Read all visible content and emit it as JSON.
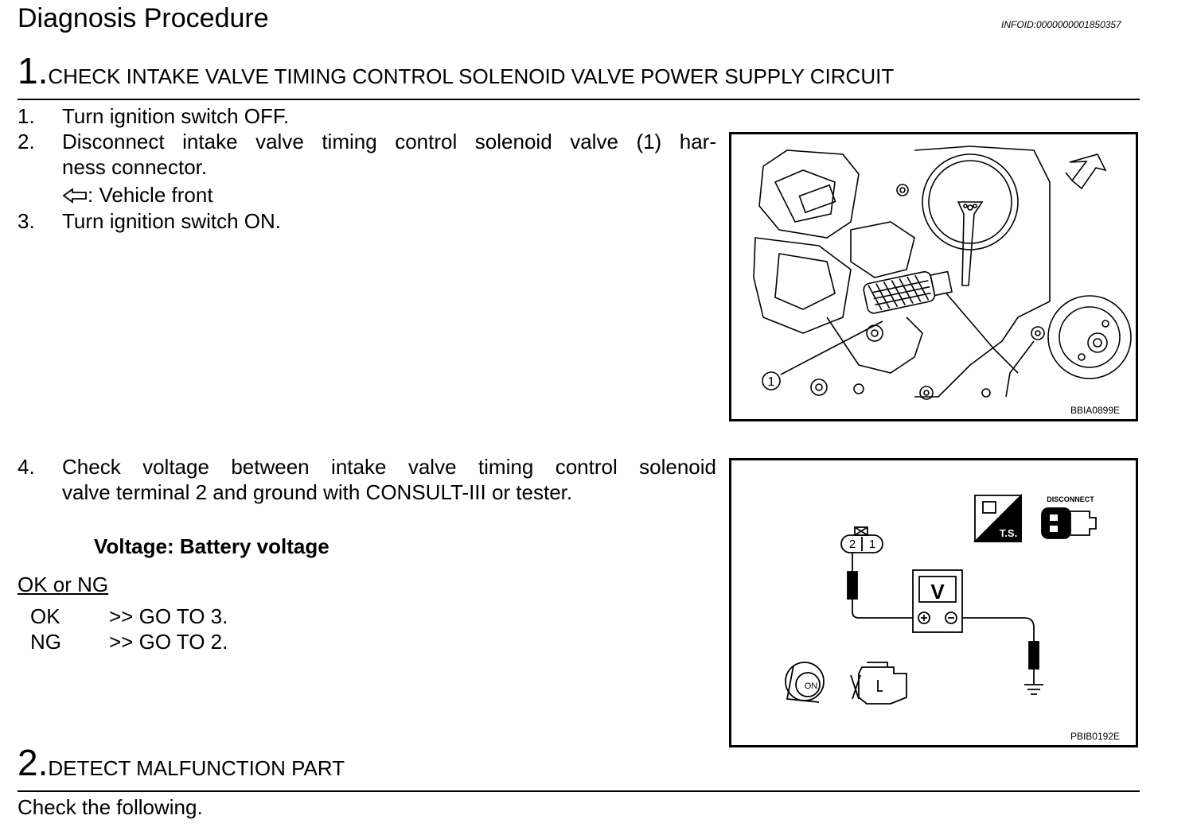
{
  "header": {
    "title": "Diagnosis Procedure",
    "info_id": "INFOID:0000000001850357"
  },
  "step1": {
    "number": "1.",
    "title": "CHECK INTAKE VALVE TIMING CONTROL SOLENOID VALVE POWER SUPPLY CIRCUIT",
    "items": [
      {
        "num": "1.",
        "text": "Turn ignition switch OFF."
      },
      {
        "num": "2.",
        "text_line1": "Disconnect intake valve timing control solenoid valve (1) har-",
        "text_line2": "ness connector.",
        "note": ": Vehicle front"
      },
      {
        "num": "3.",
        "text": "Turn ignition switch ON."
      },
      {
        "num": "4.",
        "text_line1": "Check voltage between intake valve timing control solenoid",
        "text_line2": "valve terminal 2 and ground with CONSULT-III or tester."
      }
    ],
    "spec": "Voltage: Battery voltage",
    "result_heading": "OK or NG",
    "results": [
      {
        "label": "OK",
        "action": ">> GO TO 3."
      },
      {
        "label": "NG",
        "action": ">> GO TO 2."
      }
    ]
  },
  "step2": {
    "number": "2.",
    "title": "DETECT MALFUNCTION PART",
    "text": "Check the following."
  },
  "figures": {
    "engine": {
      "id": "BBIA0899E",
      "callout": "1"
    },
    "circuit": {
      "id": "PBIB0192E",
      "connector_pins": [
        "2",
        "1"
      ],
      "meter_label": "V",
      "ts_label": "T.S.",
      "disconnect_label": "DISCONNECT",
      "key_label": "ON"
    }
  }
}
